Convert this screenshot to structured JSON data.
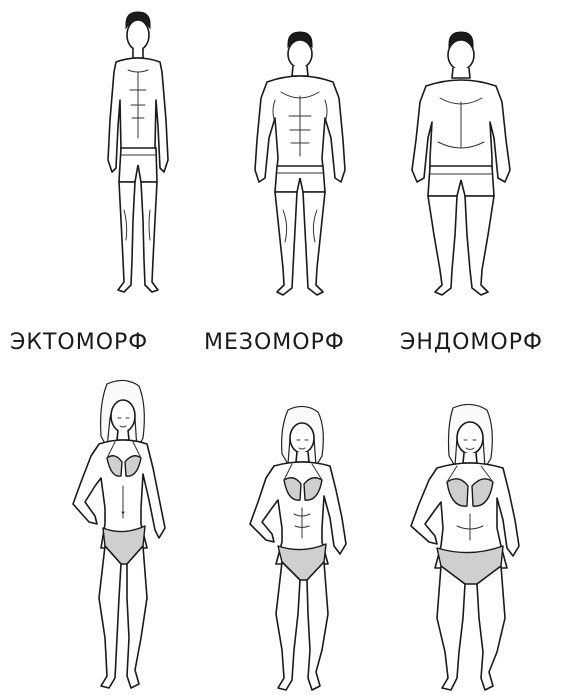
{
  "labels": {
    "ectomorph": "ЭКТОМОРФ",
    "mesomorph": "МЕЗОМОРФ",
    "endomorph": "ЭНДОМОРФ"
  },
  "colors": {
    "ink": "#1a1a1a",
    "bikini": "#cfcfcf",
    "background": "#ffffff"
  }
}
